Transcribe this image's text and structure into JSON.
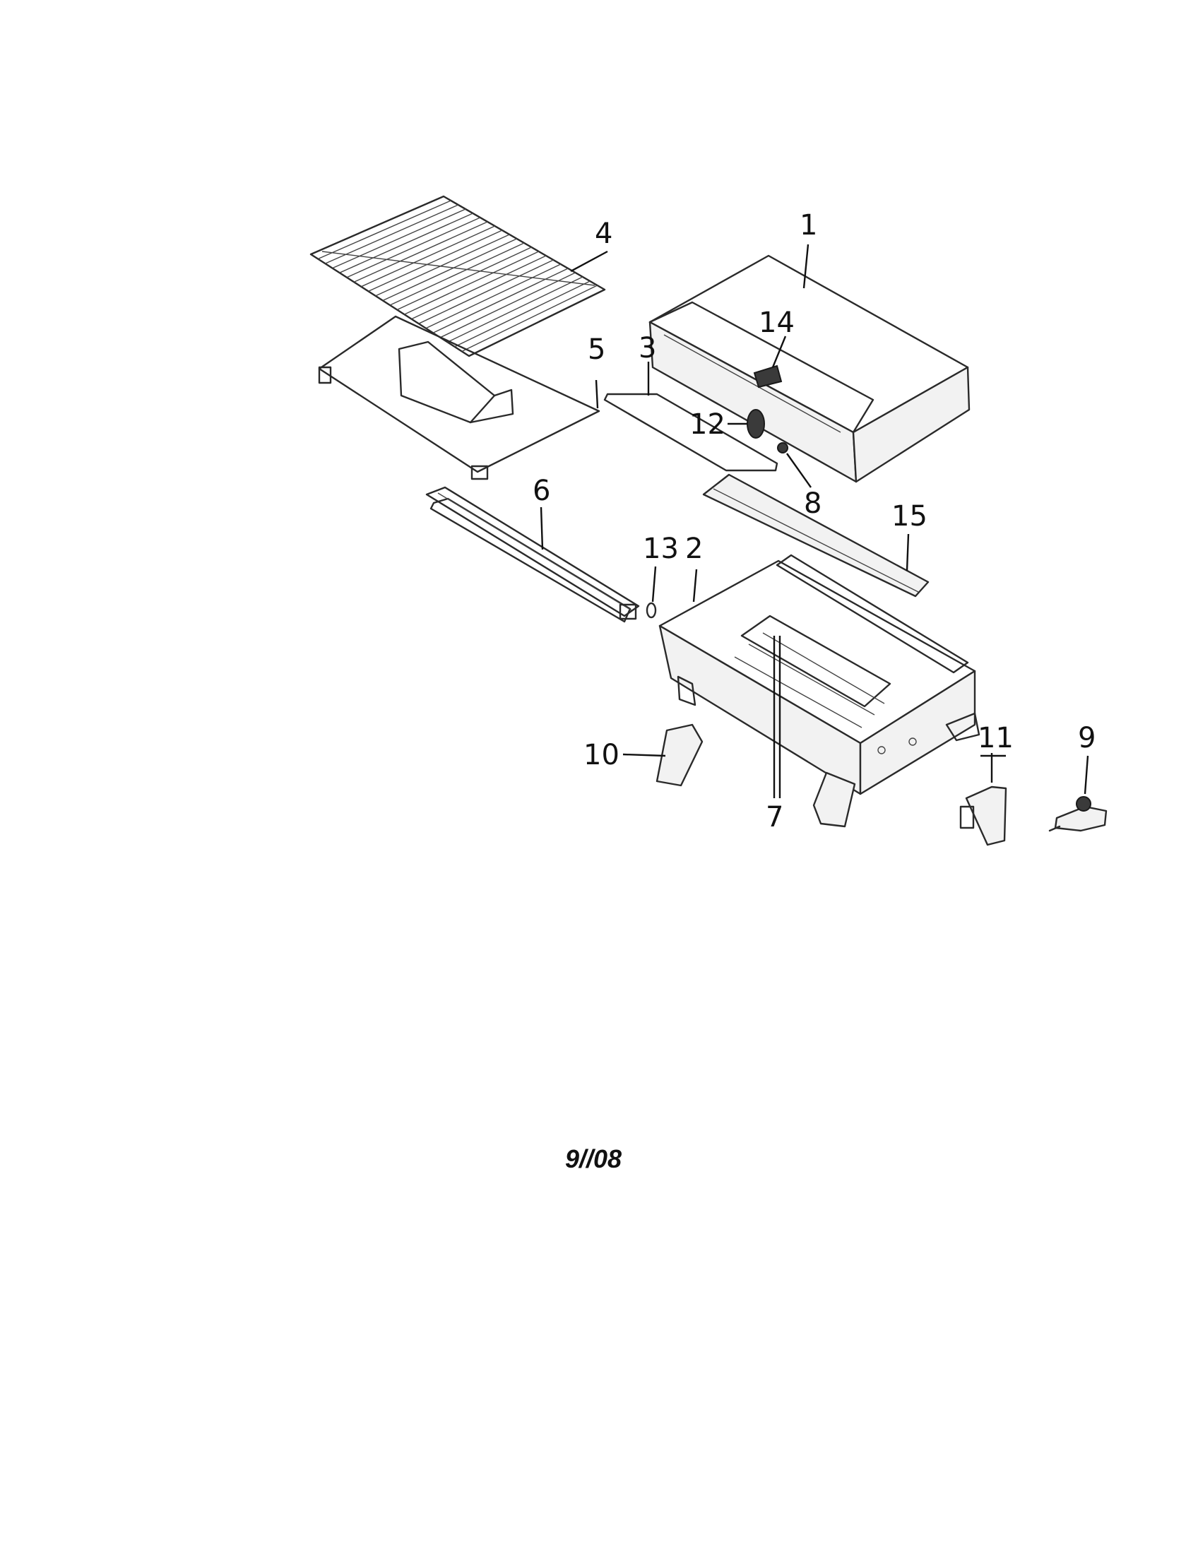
{
  "callouts": {
    "c1": "1",
    "c2": "2",
    "c3": "3",
    "c4": "4",
    "c5": "5",
    "c6": "6",
    "c7": "7",
    "c8": "8",
    "c9": "9",
    "c10": "10",
    "c11": "11",
    "c12": "12",
    "c13": "13",
    "c14": "14",
    "c15": "15"
  },
  "footer": {
    "date": "9//08"
  }
}
